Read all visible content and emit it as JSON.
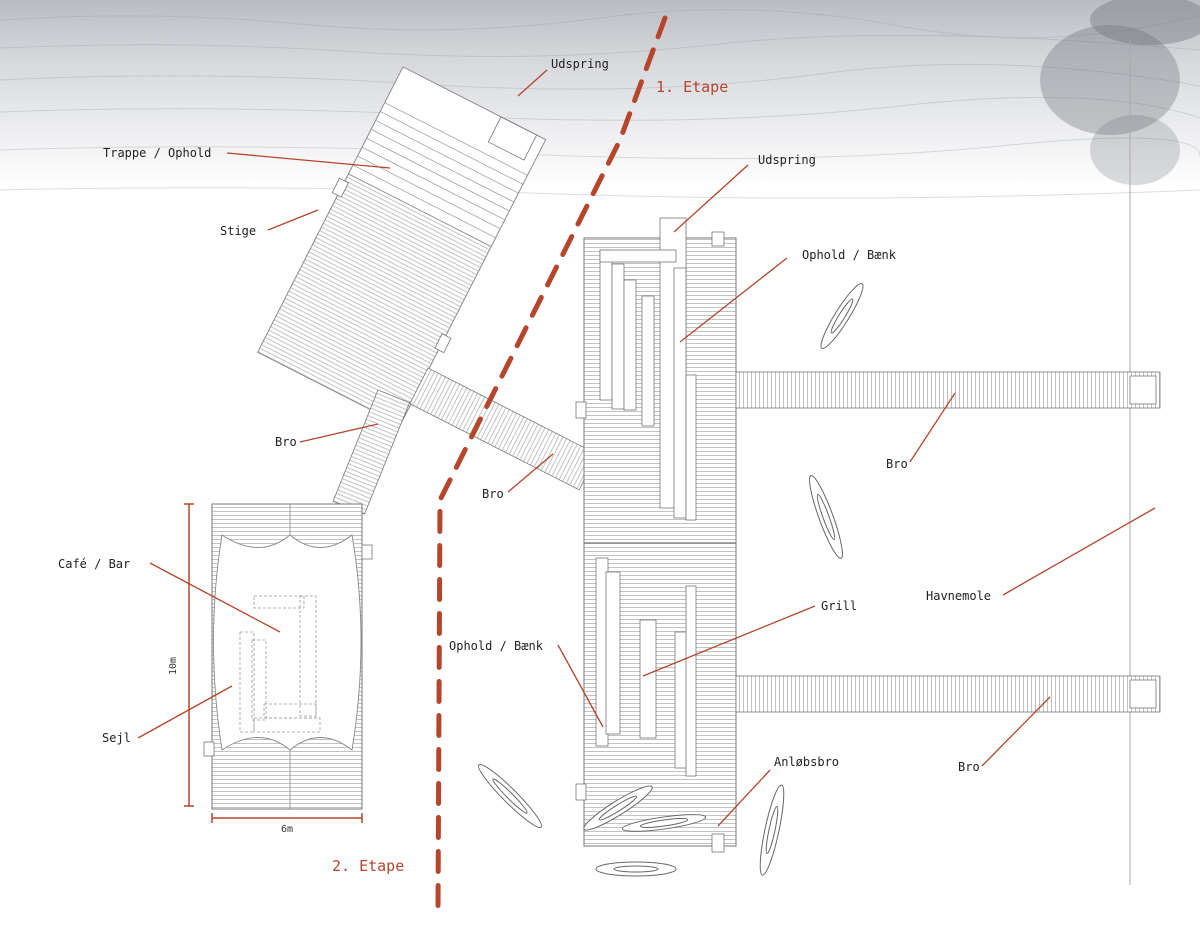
{
  "colors": {
    "accent": "#b5462c",
    "line": "#777777",
    "text": "#222222"
  },
  "labels": {
    "udspring_top": "Udspring",
    "etape1": "1. Etape",
    "trappe_ophold": "Trappe / Ophold",
    "udspring_mid": "Udspring",
    "stige": "Stige",
    "ophold_baenk_top": "Ophold / Bænk",
    "bro_left": "Bro",
    "bro_center": "Bro",
    "bro_right_top": "Bro",
    "cafe_bar": "Café / Bar",
    "havnemole": "Havnemole",
    "grill": "Grill",
    "ophold_baenk_bottom": "Ophold / Bænk",
    "sejl": "Sejl",
    "anlobsbro": "Anløbsbro",
    "bro_right_bottom": "Bro",
    "etape2": "2. Etape"
  },
  "dimensions": {
    "height": "10m",
    "width": "6m"
  }
}
